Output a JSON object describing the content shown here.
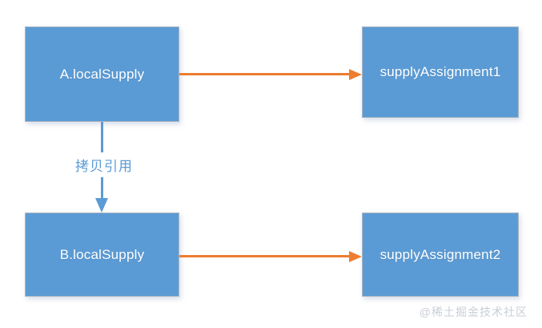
{
  "diagram": {
    "title": "localSupply copy-reference diagram",
    "background_color": "#FFFFFF",
    "node_fill_color": "#5B9BD5",
    "node_border_color": "#AEB6BF",
    "node_text_color": "#FFFFFF",
    "orange_arrow_color": "#ED7D31",
    "blue_arrow_color": "#5B9BD5",
    "watermark_color": "#C9CFD6"
  },
  "nodes": [
    {
      "id": "a-local-supply",
      "label": "A.localSupply"
    },
    {
      "id": "supply-assignment-1",
      "label": "supplyAssignment1"
    },
    {
      "id": "b-local-supply",
      "label": "B.localSupply"
    },
    {
      "id": "supply-assignment-2",
      "label": "supplyAssignment2"
    }
  ],
  "connectors": [
    {
      "id": "top-orange",
      "from": "a-local-supply",
      "to": "supply-assignment-1",
      "label": "",
      "color": "#ED7D31",
      "direction": "right"
    },
    {
      "id": "bottom-orange",
      "from": "b-local-supply",
      "to": "supply-assignment-2",
      "label": "",
      "color": "#ED7D31",
      "direction": "right"
    },
    {
      "id": "copy-reference",
      "from": "a-local-supply",
      "to": "b-local-supply",
      "label": "拷贝引用",
      "color": "#5B9BD5",
      "direction": "down"
    }
  ],
  "watermark": {
    "text": "@稀土掘金技术社区"
  }
}
